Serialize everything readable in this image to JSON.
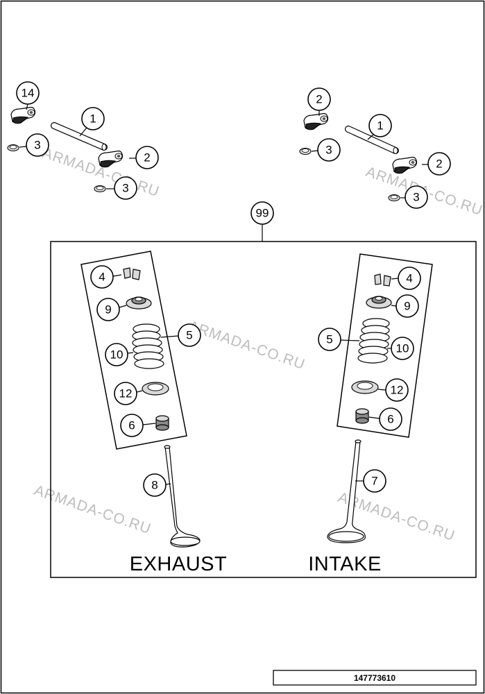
{
  "diagram": {
    "callouts": {
      "c14": "14",
      "c1a": "1",
      "c3a": "3",
      "c2a": "2",
      "c3b": "3",
      "c2b": "2",
      "c1b": "1",
      "c3c": "3",
      "c2c": "2",
      "c3d": "3",
      "c99": "99",
      "ex4": "4",
      "ex9": "9",
      "ex5": "5",
      "ex10": "10",
      "ex12": "12",
      "ex6": "6",
      "ex8": "8",
      "in4": "4",
      "in9": "9",
      "in5": "5",
      "in10": "10",
      "in12": "12",
      "in6": "6",
      "in7": "7"
    },
    "labels": {
      "exhaust": "EXHAUST",
      "intake": "INTAKE"
    },
    "watermark": "ARMADA-CO.RU",
    "drawing_number": "147773610"
  }
}
